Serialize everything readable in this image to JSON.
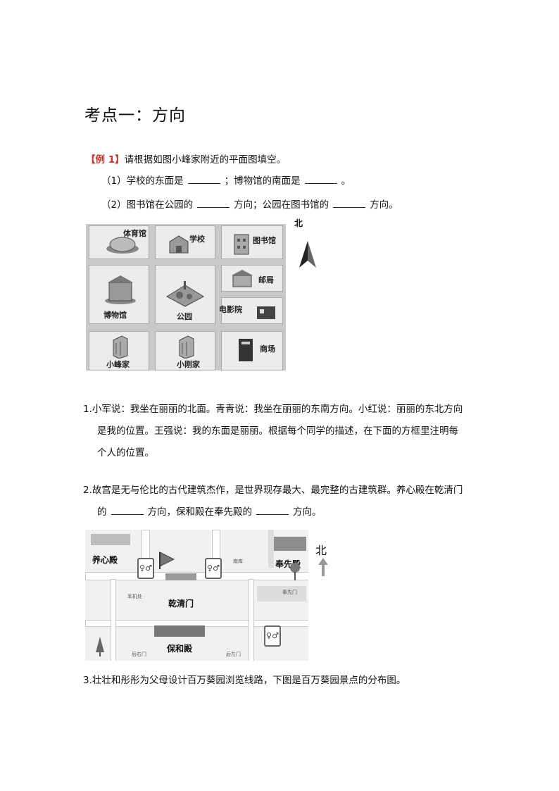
{
  "heading": "考点一：方向",
  "example": {
    "tag": "【例 1】",
    "prompt": "请根据如图小峰家附近的平面图填空。",
    "q1_a": "（1）学校的东面是",
    "q1_b": "；博物馆的南面是",
    "q1_c": "。",
    "q2_a": "（2）图书馆在公园的",
    "q2_b": "方向；公园在图书馆的",
    "q2_c": "方向。"
  },
  "map1": {
    "north": "北",
    "cells": [
      "体育馆",
      "学校",
      "图书馆",
      "博物馆",
      "公园",
      "邮局",
      "电影院",
      "小峰家",
      "小刚家",
      "商场"
    ]
  },
  "problem1": {
    "line1": "1.小军说：我坐在丽丽的北面。青青说：我坐在丽丽的东南方向。小红说：丽丽的东北方向",
    "line2": "是我的位置。王强说：我的东面是丽丽。根据每个同学的描述，在下面的方框里注明每",
    "line3": "个人的位置。"
  },
  "problem2": {
    "line1": "2.故宫是无与伦比的古代建筑杰作，是世界现存最大、最完整的古建筑群。养心殿在乾清门",
    "line2_a": "的",
    "line2_b": "方向，保和殿在奉先殿的",
    "line2_c": "方向。"
  },
  "map2": {
    "north": "北",
    "labels": [
      "养心殿",
      "奉先殿",
      "乾清门",
      "保和殿"
    ],
    "small": [
      "军机处",
      "南库",
      "奉先门",
      "后右门",
      "后左门"
    ],
    "wc_icon": "restroom-icon"
  },
  "problem3": {
    "line1": "3.壮壮和彤彤为父母设计百万葵园浏览线路，下图是百万葵园景点的分布图。"
  }
}
